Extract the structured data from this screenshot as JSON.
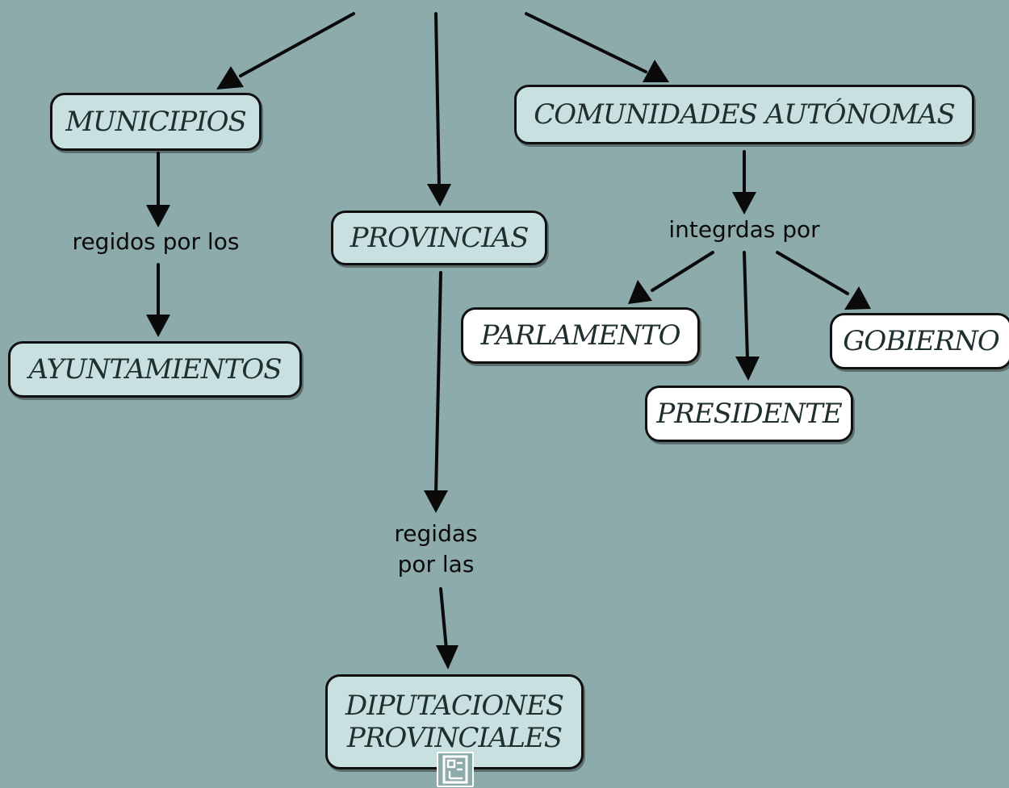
{
  "nodes": {
    "municipios": "MUNICIPIOS",
    "provincias": "PROVINCIAS",
    "comunidades_autonomas": "COMUNIDADES AUTÓNOMAS",
    "ayuntamientos": "AYUNTAMIENTOS",
    "parlamento": "PARLAMENTO",
    "gobierno": "GOBIERNO",
    "presidente": "PRESIDENTE",
    "diputaciones_line1": "DIPUTACIONES",
    "diputaciones_line2": "PROVINCIALES"
  },
  "links": {
    "regidos_por_los": "regidos por los",
    "integrdas_por": "integrdas por",
    "regidas_line1": "regidas",
    "regidas_line2": "por las"
  },
  "colors": {
    "background": "#8eabab",
    "node_fill_teal": "#c9e0e0",
    "node_fill_white": "#ffffff",
    "border": "#111111"
  },
  "icons": {
    "resource": "resource-document-icon"
  }
}
